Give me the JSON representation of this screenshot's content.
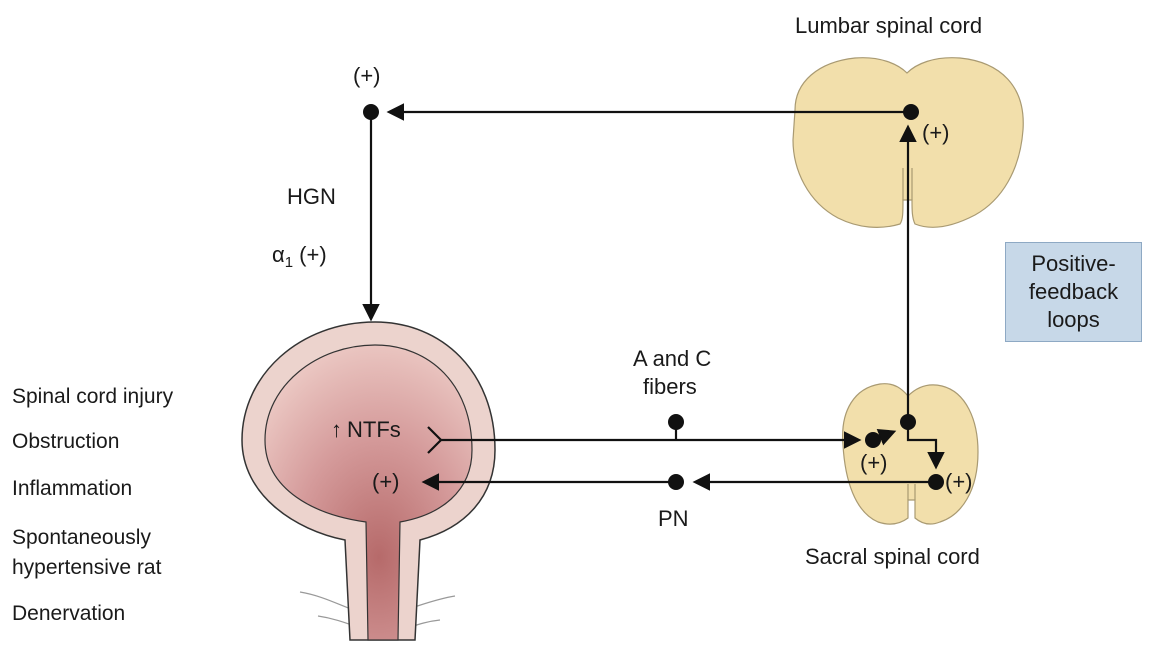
{
  "labels": {
    "lumbar": "Lumbar spinal cord",
    "sacral": "Sacral spinal cord",
    "top_plus": "(+)",
    "lumbar_plus": "(+)",
    "hgn": "HGN",
    "alpha_base": "α",
    "alpha_sub": "1",
    "alpha_plus": " (+)",
    "a_c_line1": "A and C",
    "a_c_line2": "fibers",
    "pn": "PN",
    "ntfs": "NTFs",
    "ntfs_arrow": "↑",
    "bladder_plus": "(+)",
    "sacral_plus_left": "(+)",
    "sacral_plus_right": "(+)"
  },
  "box": {
    "line1": "Positive-",
    "line2": "feedback",
    "line3": "loops"
  },
  "conditions": [
    "Spinal cord injury",
    "Obstruction",
    "Inflammation",
    "Spontaneously",
    "hypertensive rat",
    "Denervation"
  ],
  "colors": {
    "cord": "#f2dfab",
    "bladder_wall": "#ecd3cd",
    "bladder_lumen": "#c07777",
    "box": "#c7d8e8"
  }
}
